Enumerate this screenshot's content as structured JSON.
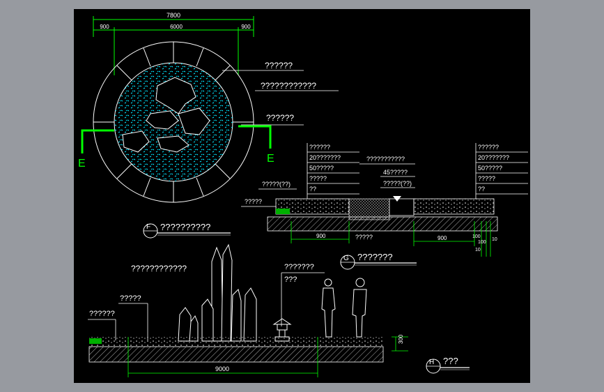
{
  "plan": {
    "dims": {
      "overall": "7800",
      "left": "900",
      "middle": "6000",
      "right": "900"
    },
    "leaders": [
      "??????",
      "????????????",
      "??????"
    ],
    "section_cut_left": "E",
    "section_cut_right": "E"
  },
  "section_f": {
    "marker": "F",
    "title": "??????????",
    "left_labels": [
      "??????",
      "20???????",
      "50?????",
      "?????",
      "??"
    ],
    "right_labels": [
      "??????",
      "20???????",
      "50?????",
      "?????",
      "??"
    ],
    "top_label": "???????????",
    "mid_label_1": "45?????",
    "mid_label_2": "?????(??)",
    "left_label": "?????(??)",
    "side_label": "?????",
    "bottom_label": "?????",
    "dims": [
      "900",
      "900",
      "100",
      "100",
      "10",
      "10"
    ]
  },
  "section_g": {
    "marker": "G",
    "title": "???????"
  },
  "elevation": {
    "title": "????????????",
    "labels": [
      "??????",
      "?????",
      "???????",
      "???"
    ],
    "dims": [
      "9000",
      "300"
    ],
    "marker": "H",
    "marker_title": "???"
  },
  "colors": {
    "background": "#000000",
    "frame": "#979aa0",
    "line_green": "#00ff00",
    "line_white": "#ffffff",
    "hatch_cyan": "#00e5ff"
  }
}
